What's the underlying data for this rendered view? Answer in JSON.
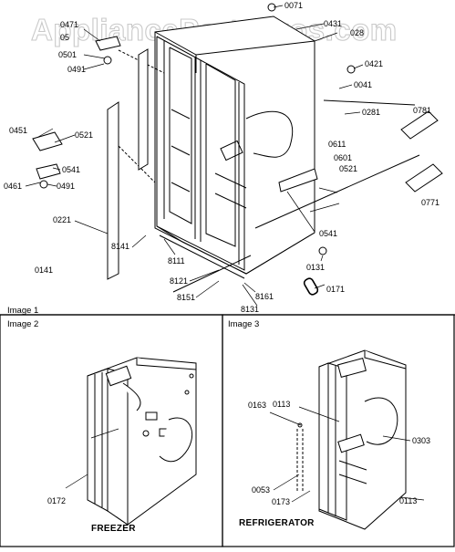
{
  "watermark": "AppliancePartsPros.com",
  "panels": {
    "image1": {
      "caption": "Image 1"
    },
    "image2": {
      "caption": "Image 2",
      "title": "FREEZER"
    },
    "image3": {
      "caption": "Image 3",
      "title": "REFRIGERATOR"
    }
  },
  "parts": {
    "p0071": "0071",
    "p0431": "0431",
    "p028": "028",
    "p0471": "0471",
    "p05": "05",
    "p0501": "0501",
    "p0491a": "0491",
    "p0421": "0421",
    "p0041": "0041",
    "p0281": "0281",
    "p0781": "0781",
    "p0451": "0451",
    "p0521a": "0521",
    "p0611": "0611",
    "p0601": "0601",
    "p0521b": "0521",
    "p0541a": "0541",
    "p0461": "0461",
    "p0491b": "0491",
    "p0771": "0771",
    "p0221": "0221",
    "p0541b": "0541",
    "p8141": "8141",
    "p8111": "8111",
    "p0141": "0141",
    "p0131": "0131",
    "p8121": "8121",
    "p8151": "8151",
    "p8161": "8161",
    "p0171": "0171",
    "p8131": "8131",
    "p0172": "0172",
    "p0163": "0163",
    "p0113a": "0113",
    "p0303": "0303",
    "p0053": "0053",
    "p0173": "0173",
    "p0113b": "0113"
  }
}
